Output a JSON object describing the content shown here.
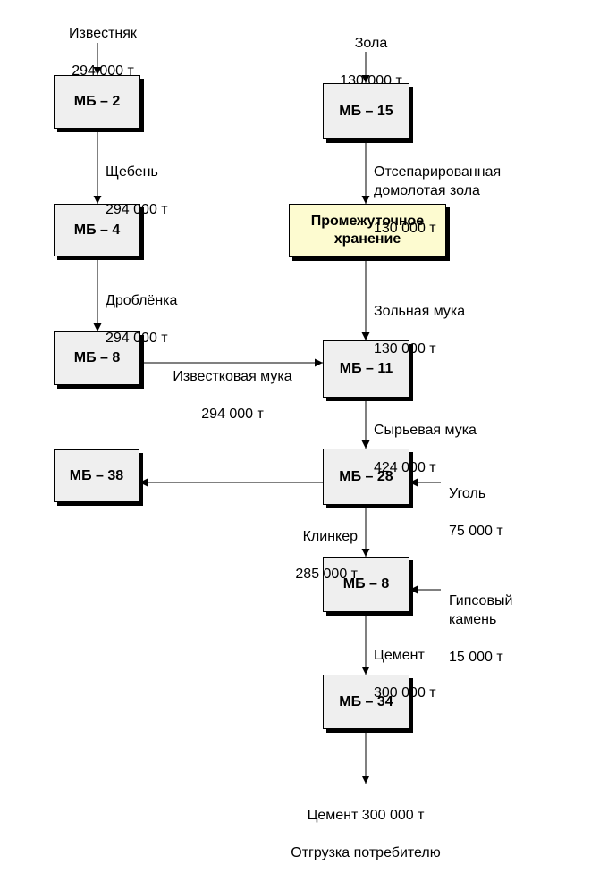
{
  "inputs": {
    "limestone": {
      "name": "Известняк",
      "amount": "294 000 т"
    },
    "ash": {
      "name": "Зола",
      "amount": "130 000 т"
    },
    "coal": {
      "name": "Уголь",
      "amount": "75 000 т"
    },
    "gypsum": {
      "name": "Гипсовый\nкамень",
      "amount": "15 000 т"
    }
  },
  "boxes": {
    "mb2": "МБ – 2",
    "mb4": "МБ – 4",
    "mb8_left": "МБ – 8",
    "mb15": "МБ – 15",
    "storage": "Промежуточное\nхранение",
    "mb11": "МБ – 11",
    "mb38": "МБ – 38",
    "mb28": "МБ – 28",
    "mb8_right": "МБ – 8",
    "mb34": "МБ – 34"
  },
  "flows": {
    "crushed_stone": {
      "name": "Щебень",
      "amount": "294 000 т"
    },
    "crushed": {
      "name": "Дроблёнка",
      "amount": "294 000 т"
    },
    "lime_flour": {
      "name": "Известковая мука",
      "amount": "294 000  т"
    },
    "separated_ash": {
      "name": "Отсепарированная\nдомолотая зола",
      "amount": "130 000 т"
    },
    "ash_flour": {
      "name": "Зольная мука",
      "amount": "130 000 т"
    },
    "raw_flour": {
      "name": "Сырьевая мука",
      "amount": "424 000  т"
    },
    "clinker": {
      "name": "Клинкер",
      "amount": "285 000  т"
    },
    "cement": {
      "name": "Цемент",
      "amount": "300 000  т"
    }
  },
  "output": {
    "line1": "Цемент 300 000 т",
    "line2": "Отгрузка потребителю"
  }
}
